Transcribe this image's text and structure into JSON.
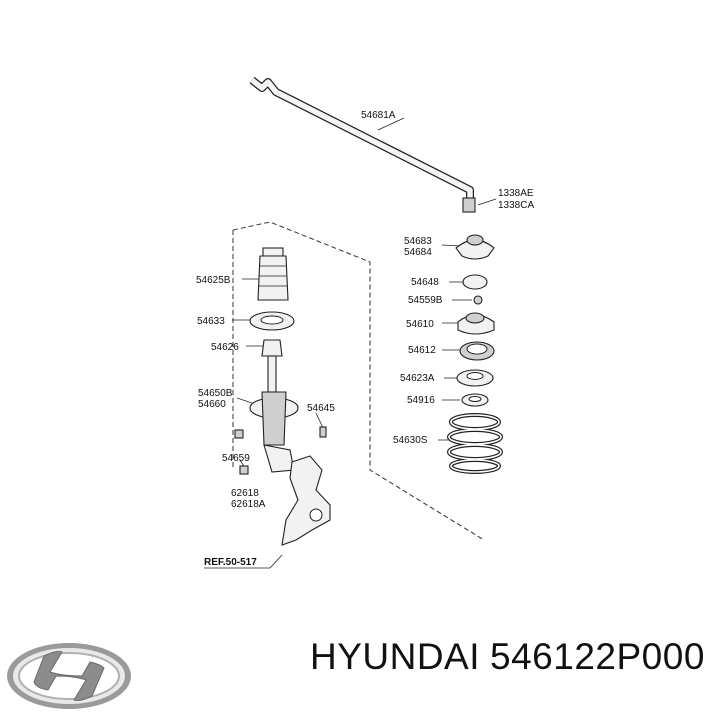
{
  "labels": {
    "l54681a": "54681A",
    "l1338ae": "1338AE",
    "l1338ca": "1338CA",
    "l54683": "54683",
    "l54684": "54684",
    "l54648": "54648",
    "l54559b": "54559B",
    "l54610": "54610",
    "l54612": "54612",
    "l54623a": "54623A",
    "l54916": "54916",
    "l54630s": "54630S",
    "l54625b": "54625B",
    "l54633": "54633",
    "l54626": "54626",
    "l54650b": "54650B",
    "l54660": "54660",
    "l54645": "54645",
    "l54659": "54659",
    "l62618": "62618",
    "l62618a": "62618A",
    "ref": "REF.50-517"
  },
  "brand": {
    "name": "HYUNDAI",
    "part_number": "546122P000",
    "logo": "hyundai-logo"
  }
}
